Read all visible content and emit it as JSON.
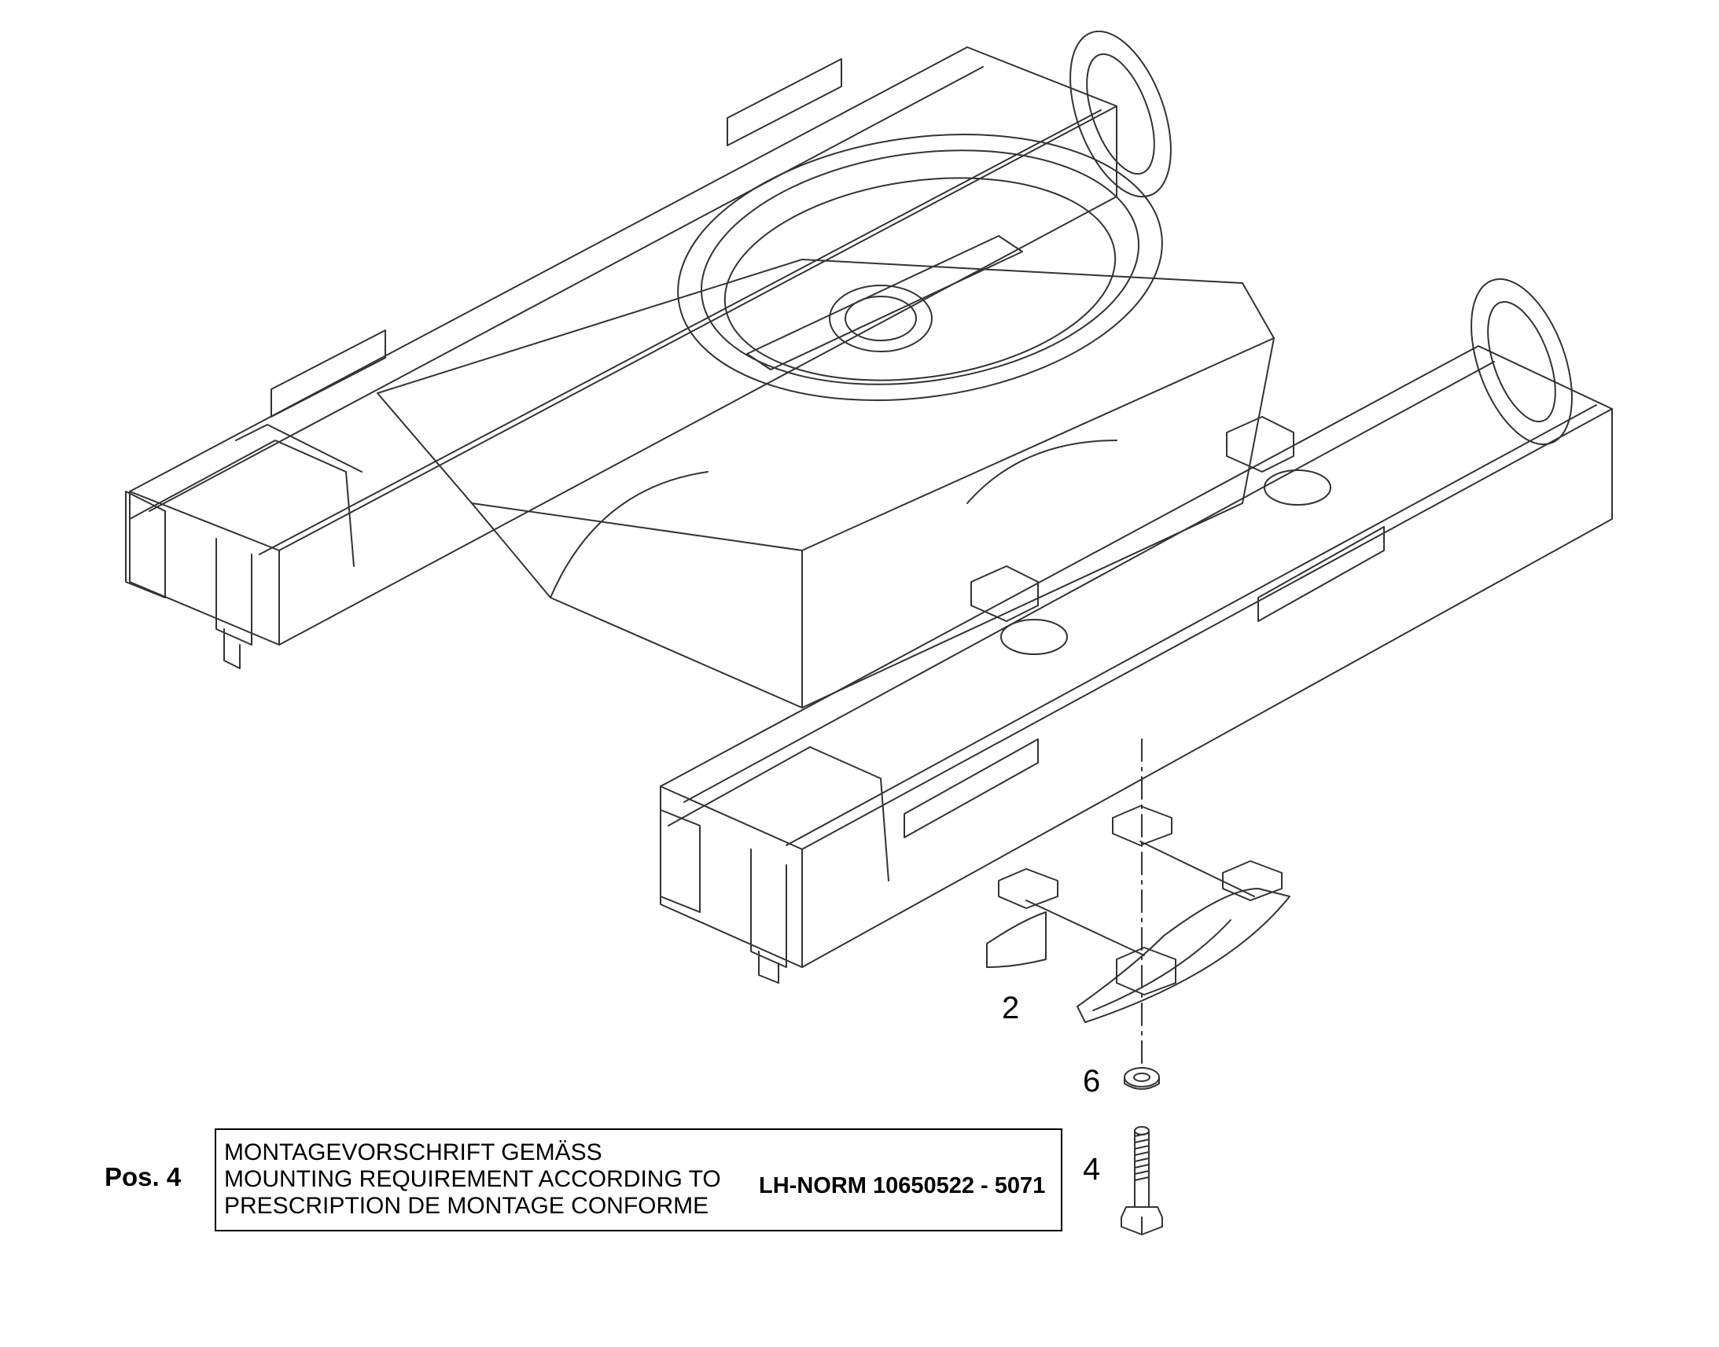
{
  "callouts": {
    "frame_part": "2",
    "washer": "6",
    "bolt": "4"
  },
  "note": {
    "pos_label": "Pos. 4",
    "line_de": "MONTAGEVORSCHRIFT GEMÄSS",
    "line_en": "MOUNTING REQUIREMENT ACCORDING TO",
    "line_fr": "PRESCRIPTION DE MONTAGE CONFORME",
    "norm": "LH-NORM 10650522 - 5071"
  },
  "colors": {
    "line": "#000000",
    "background": "#ffffff"
  }
}
